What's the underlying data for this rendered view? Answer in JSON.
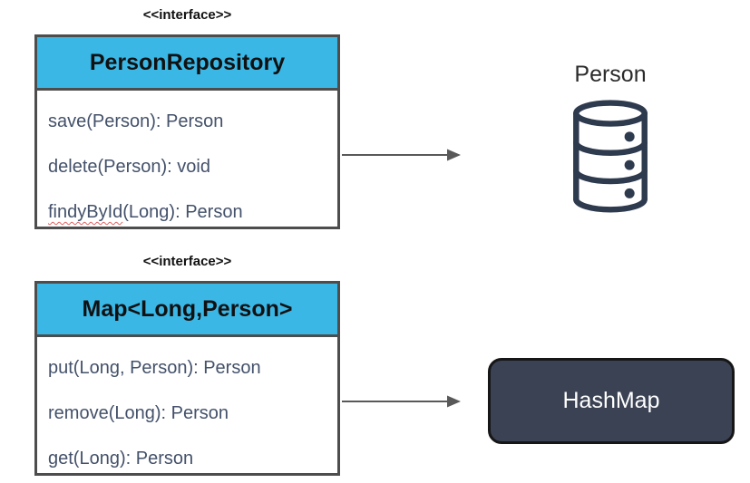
{
  "diagram": {
    "interface1": {
      "stereotype": "<<interface>>",
      "title": "PersonRepository",
      "methods": {
        "m1": "save(Person): Person",
        "m2": "delete(Person): void",
        "m3_misspelled": "findyById",
        "m3_rest": "(Long): Person"
      }
    },
    "interface2": {
      "stereotype": "<<interface>>",
      "title": "Map<Long,Person>",
      "methods": {
        "m1": "put(Long, Person): Person",
        "m2": "remove(Long): Person",
        "m3": "get(Long): Person"
      }
    },
    "person_node": {
      "label": "Person",
      "icon": "database-icon"
    },
    "hashmap_node": {
      "label": "HashMap"
    },
    "colors": {
      "header_fill": "#3bb7e6",
      "box_border": "#4d4d4d",
      "method_text": "#43516a",
      "hashmap_fill": "#3a4254",
      "hashmap_text": "#ffffff",
      "database_icon": "#2e3a4e",
      "arrow": "#595959",
      "spellcheck_squiggle": "#e06060"
    }
  }
}
